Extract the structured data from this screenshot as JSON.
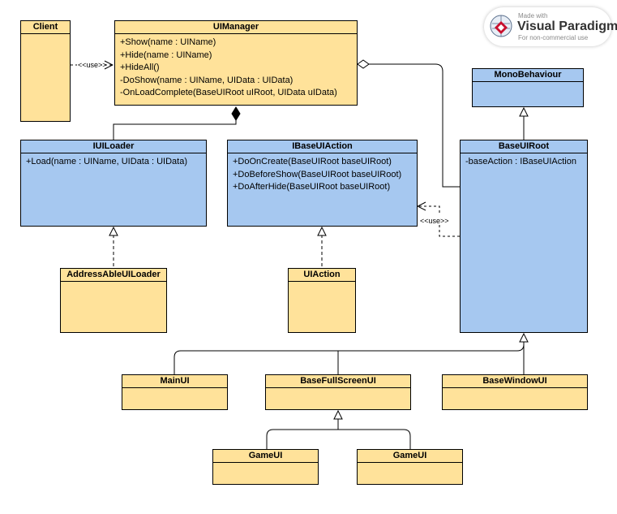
{
  "badge": {
    "made_with": "Made with",
    "product": "Visual Paradigm",
    "note": "For non-commercial use"
  },
  "relations": {
    "use_label": "<<use>>"
  },
  "classes": {
    "client": {
      "name": "Client",
      "members": []
    },
    "uimanager": {
      "name": "UIManager",
      "members": [
        "+Show(name : UIName)",
        "+Hide(name : UIName)",
        "+HideAll()",
        "-DoShow(name : UIName, UIData : UIData)",
        "-OnLoadComplete(BaseUIRoot uIRoot, UIData uIData)"
      ]
    },
    "monobehaviour": {
      "name": "MonoBehaviour",
      "members": []
    },
    "iuiloader": {
      "name": "IUILoader",
      "members": [
        "+Load(name : UIName, UIData : UIData)"
      ]
    },
    "ibaseuiaction": {
      "name": "IBaseUIAction",
      "members": [
        "+DoOnCreate(BaseUIRoot baseUIRoot)",
        "+DoBeforeShow(BaseUIRoot baseUIRoot)",
        "+DoAfterHide(BaseUIRoot baseUIRoot)"
      ]
    },
    "baseuiroot": {
      "name": "BaseUIRoot",
      "members": [
        "-baseAction : IBaseUIAction"
      ]
    },
    "addressableuiloader": {
      "name": "AddressAbleUILoader",
      "members": []
    },
    "uiaction": {
      "name": "UIAction",
      "members": []
    },
    "mainui": {
      "name": "MainUI",
      "members": []
    },
    "basefullscreenui": {
      "name": "BaseFullScreenUI",
      "members": []
    },
    "basewindowui": {
      "name": "BaseWindowUI",
      "members": []
    },
    "gameui_left": {
      "name": "GameUI",
      "members": []
    },
    "gameui_right": {
      "name": "GameUI",
      "members": []
    }
  },
  "colors": {
    "class_yellow": "#ffe29a",
    "interface_blue": "#a6c8f0",
    "line": "#000000",
    "vp_red": "#c8102e"
  }
}
